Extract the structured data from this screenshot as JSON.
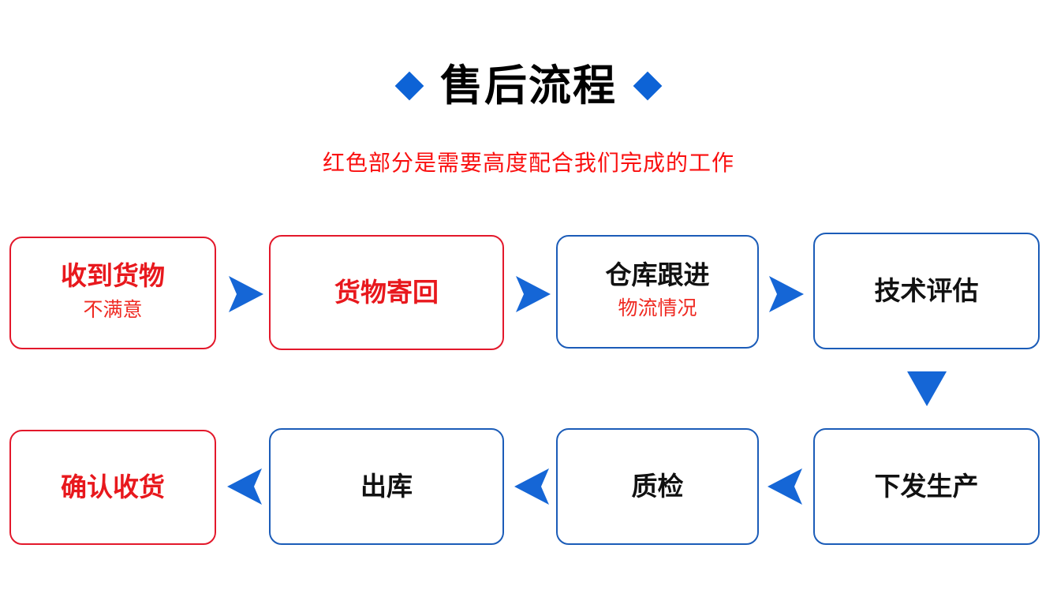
{
  "header": {
    "title": "售后流程",
    "subtitle": "红色部分是需要高度配合我们完成的工作",
    "left_marker": "diamond",
    "right_marker": "diamond"
  },
  "colors": {
    "accent_blue": "#0d63d6",
    "box_blue_border": "#1b5cb8",
    "box_red_border": "#e3182b",
    "text_red": "#e8181d",
    "subtitle_red": "#fa0f0f",
    "text_black": "#111111",
    "background": "#ffffff"
  },
  "flow": {
    "row1": [
      {
        "id": "receive-goods",
        "main": "收到货物",
        "sub": "不满意",
        "main_color": "red",
        "border": "red"
      },
      {
        "id": "send-back",
        "main": "货物寄回",
        "sub": "",
        "main_color": "red",
        "border": "red"
      },
      {
        "id": "warehouse",
        "main": "仓库跟进",
        "sub": "物流情况",
        "main_color": "black",
        "border": "blue"
      },
      {
        "id": "tech-eval",
        "main": "技术评估",
        "sub": "",
        "main_color": "black",
        "border": "blue"
      }
    ],
    "row2": [
      {
        "id": "confirm-receipt",
        "main": "确认收货",
        "sub": "",
        "main_color": "red",
        "border": "red"
      },
      {
        "id": "outbound",
        "main": "出库",
        "sub": "",
        "main_color": "black",
        "border": "blue"
      },
      {
        "id": "quality-check",
        "main": "质检",
        "sub": "",
        "main_color": "black",
        "border": "blue"
      },
      {
        "id": "to-production",
        "main": "下发生产",
        "sub": "",
        "main_color": "black",
        "border": "blue"
      }
    ],
    "connectors": [
      {
        "id": "arrow-1",
        "direction": "right"
      },
      {
        "id": "arrow-2",
        "direction": "right"
      },
      {
        "id": "arrow-3",
        "direction": "right"
      },
      {
        "id": "arrow-4",
        "direction": "down"
      },
      {
        "id": "arrow-5",
        "direction": "left"
      },
      {
        "id": "arrow-6",
        "direction": "left"
      },
      {
        "id": "arrow-7",
        "direction": "left"
      }
    ]
  }
}
